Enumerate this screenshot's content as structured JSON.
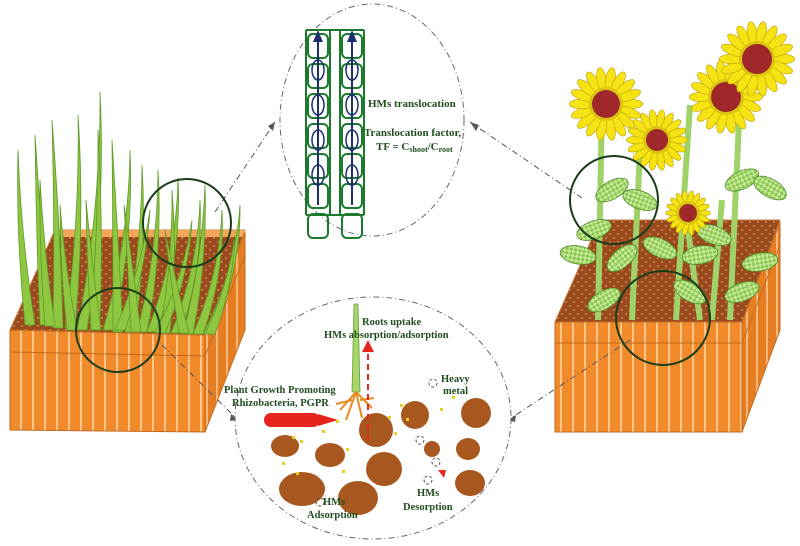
{
  "labels": {
    "translocation_title": "HMs translocation",
    "tf_line1": "Translocation factor,",
    "tf_prefix": "TF = C",
    "tf_shoot": "shoot",
    "tf_mid": "/C",
    "tf_root": "root",
    "uptake_line1": "Roots uptake",
    "uptake_line2": "HMs absorption/adsorption",
    "pgpr_line1": "Plant Growth Promoting",
    "pgpr_line2": "Rhizobacteria, PGPR",
    "heavy_line1": "Heavy",
    "heavy_line2": "metal",
    "adsorption_line1": "HMs",
    "adsorption_line2": "Adsorption",
    "desorption_line1": "HMs",
    "desorption_line2": "Desorption"
  },
  "colors": {
    "pot_orange": "#f08a2a",
    "pot_stripe": "#ffc68a",
    "soil": "#9a4a1c",
    "grass": "#8ec63f",
    "grass_dark": "#5e9a2a",
    "petal": "#f6e313",
    "flower_center": "#a0282a",
    "leaf_pattern": "#a6d66a",
    "vessel_green": "#1c7a2c",
    "arrow_navy": "#1c2f6e",
    "particle_brown": "#a8581e",
    "bacteria_red": "#e8241e",
    "text_green": "#1f4e1f",
    "circle_dark": "#1b3d1b"
  }
}
